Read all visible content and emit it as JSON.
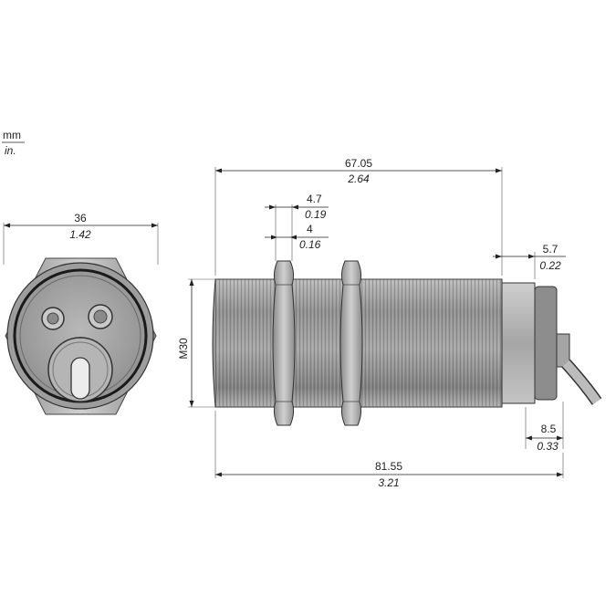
{
  "units": {
    "mm": "mm",
    "in": "in."
  },
  "front_view": {
    "width": {
      "mm": "36",
      "in": "1.42"
    }
  },
  "side_view": {
    "overall_body": {
      "mm": "67.05",
      "in": "2.64"
    },
    "nut_thickness": {
      "mm": "4.7",
      "in": "0.19"
    },
    "nut_offset": {
      "mm": "4",
      "in": "0.16"
    },
    "connector_length": {
      "mm": "5.7",
      "in": "0.22"
    },
    "thread_label": "M30",
    "cable_offset": {
      "mm": "8.5",
      "in": "0.33"
    },
    "total_length": {
      "mm": "81.55",
      "in": "3.21"
    }
  },
  "colors": {
    "body": "#9a9a9a",
    "nut": "#b5b5b5",
    "line": "#222222"
  }
}
